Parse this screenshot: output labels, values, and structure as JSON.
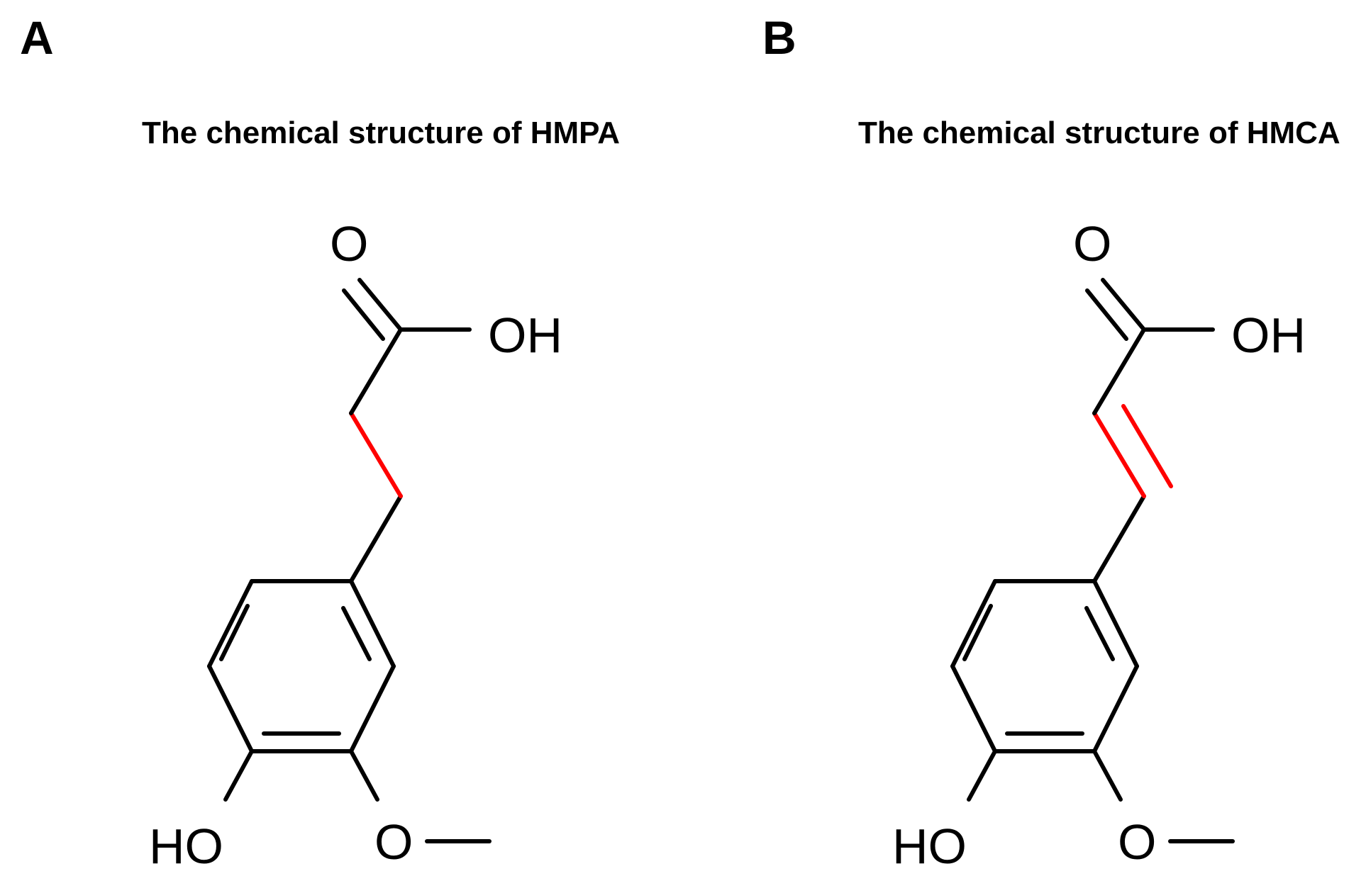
{
  "panels": [
    {
      "letter": "A",
      "title": "The chemical structure of HMPA",
      "highlight_bond": "single",
      "labels": {
        "carbonyl_o": "O",
        "hydroxyl": "OH",
        "phenol": "HO",
        "methoxy_o": "O"
      }
    },
    {
      "letter": "B",
      "title": "The chemical structure of HMCA",
      "highlight_bond": "double",
      "labels": {
        "carbonyl_o": "O",
        "hydroxyl": "OH",
        "phenol": "HO",
        "methoxy_o": "O"
      }
    }
  ],
  "colors": {
    "bond": "#000000",
    "highlight": "#ff0000"
  }
}
